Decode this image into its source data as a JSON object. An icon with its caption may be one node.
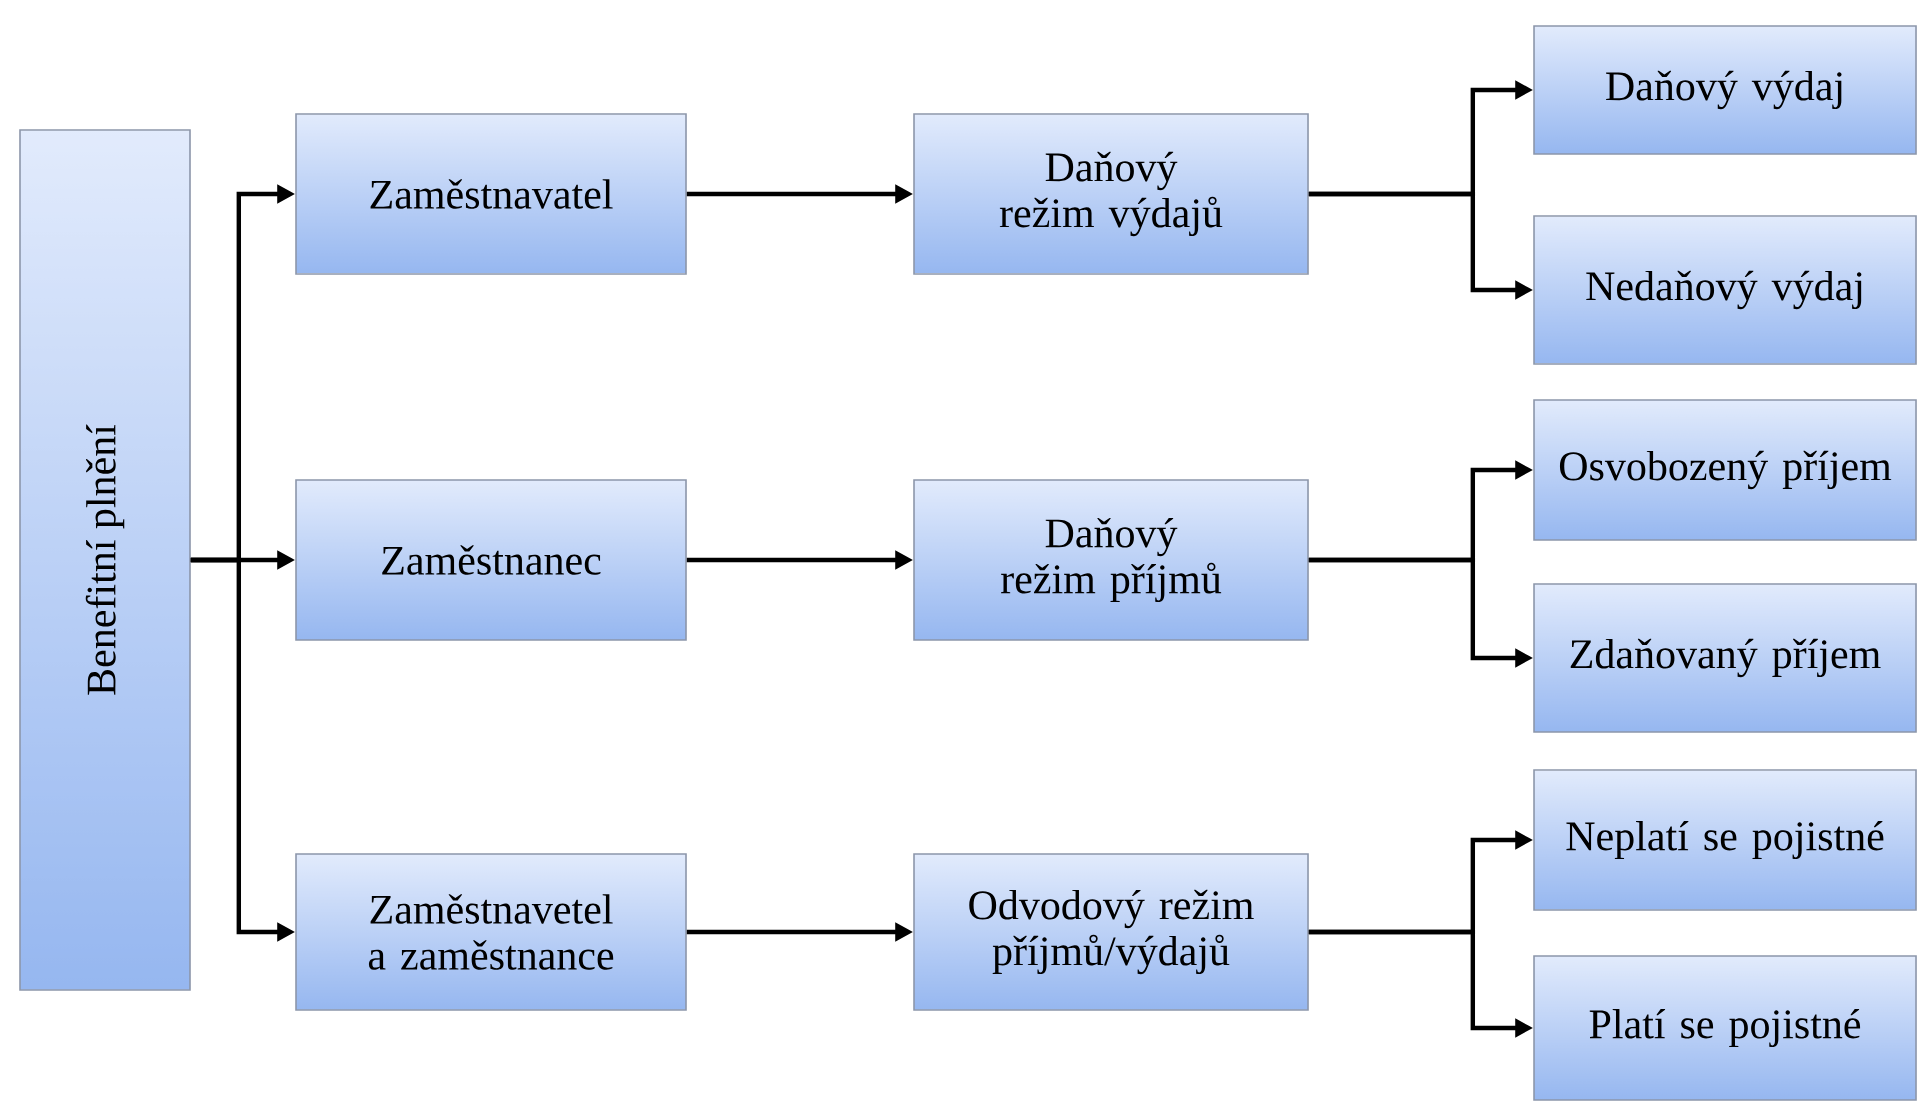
{
  "diagram": {
    "nodes": [
      {
        "text": [
          "Benefitní plnění"
        ]
      },
      {
        "text": [
          "Zaměstnavatel"
        ]
      },
      {
        "text": [
          "Zaměstnanec"
        ]
      },
      {
        "text": [
          "Zaměstnavetel a zaměstnance"
        ]
      },
      {
        "text": [
          "Daňový režim výdajů"
        ]
      },
      {
        "text": [
          "Daňový režim příjmů"
        ]
      },
      {
        "text": [
          "Odvodový režim příjmů/výdajů"
        ]
      },
      {
        "text": [
          "Daňový výdaj"
        ]
      },
      {
        "text": [
          "Nedaňový výdaj"
        ]
      },
      {
        "text": [
          "Osvobozený příjem"
        ]
      },
      {
        "text": [
          "Zdaňovaný příjem"
        ]
      },
      {
        "text": [
          "Neplatí se pojistné"
        ]
      },
      {
        "text": [
          "Platí se pojistné"
        ]
      }
    ],
    "edges": [
      {
        "from": 0,
        "to": 1,
        "arrow": "to"
      },
      {
        "from": 0,
        "to": 2,
        "arrow": "to"
      },
      {
        "from": 0,
        "to": 3,
        "arrow": "to"
      },
      {
        "from": 1,
        "to": 4,
        "arrow": "to"
      },
      {
        "from": 2,
        "to": 5,
        "arrow": "to"
      },
      {
        "from": 3,
        "to": 6,
        "arrow": "to"
      },
      {
        "from": 4,
        "to": 7,
        "arrow": "to"
      },
      {
        "from": 4,
        "to": 8,
        "arrow": "to"
      },
      {
        "from": 5,
        "to": 9,
        "arrow": "to"
      },
      {
        "from": 5,
        "to": 10,
        "arrow": "to"
      },
      {
        "from": 6,
        "to": 11,
        "arrow": "to"
      },
      {
        "from": 6,
        "to": 12,
        "arrow": "to"
      }
    ]
  }
}
